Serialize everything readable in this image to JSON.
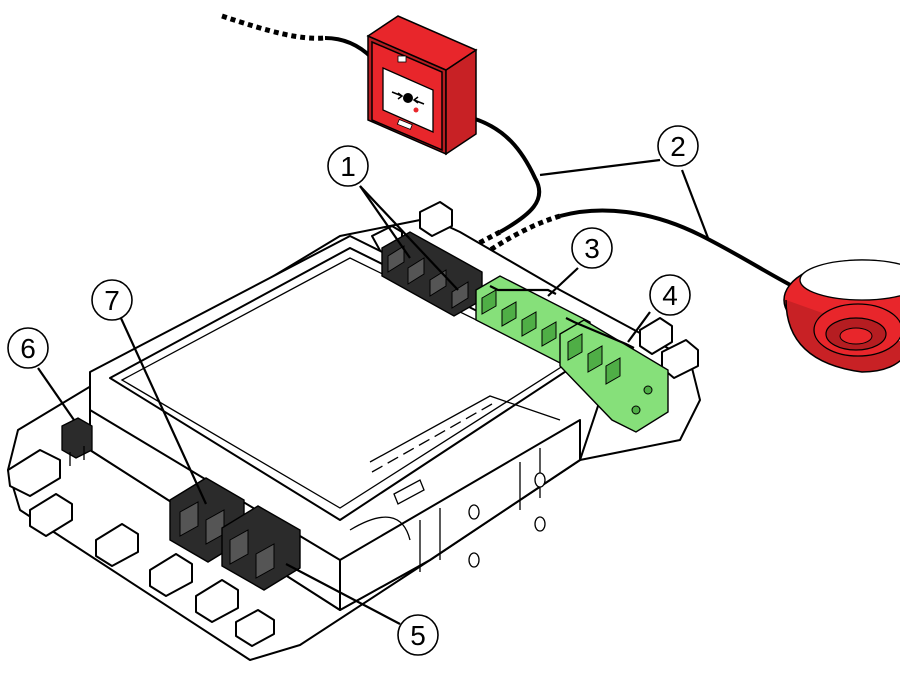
{
  "colors": {
    "red": "#e8262b",
    "red_dark": "#b51d21",
    "green": "#86e07a",
    "green_dark": "#4fae46",
    "black_connector": "#2b2b2b",
    "cable": "#000000"
  },
  "callouts": [
    {
      "label": "1"
    },
    {
      "label": "2"
    },
    {
      "label": "3"
    },
    {
      "label": "4"
    },
    {
      "label": "5"
    },
    {
      "label": "6"
    },
    {
      "label": "7"
    }
  ],
  "icons": {
    "call_point": "manual-call-point-icon",
    "sounder": "sounder-icon"
  }
}
